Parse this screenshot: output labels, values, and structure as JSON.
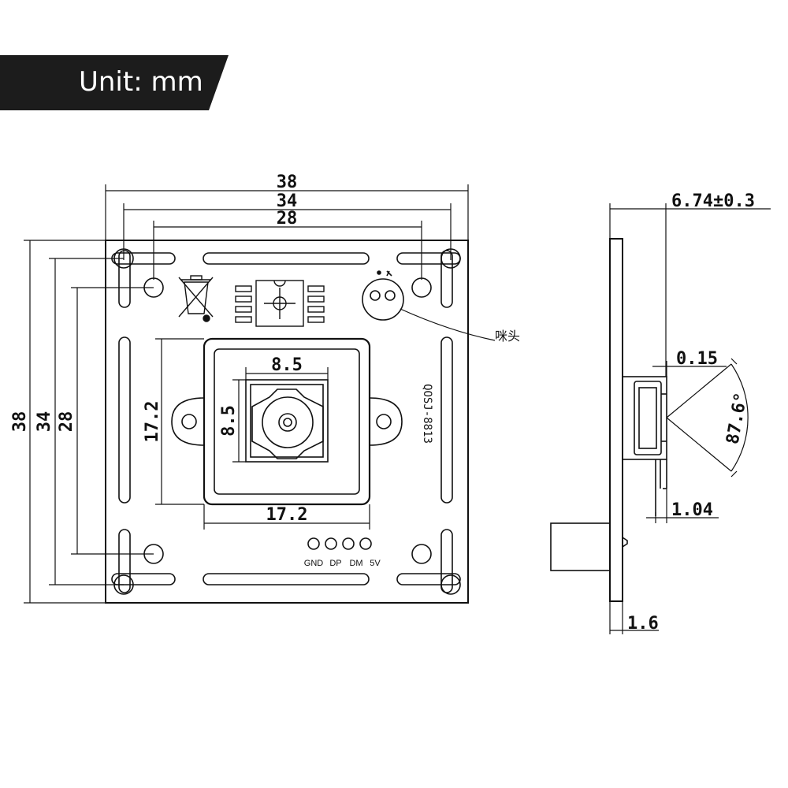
{
  "banner": {
    "text": "Unit: mm"
  },
  "front_view": {
    "width_overall": "38",
    "width_holes": "34",
    "width_inner": "28",
    "height_overall": "38",
    "height_holes": "34",
    "height_inner": "28",
    "sensor_size_w": "8.5",
    "sensor_size_h": "8.5",
    "lens_holder_w": "17.2",
    "lens_holder_h": "17.2",
    "board_marking": "QOSJ-8813",
    "microphone_label": "咪头",
    "pin_labels": [
      "GND",
      "DP",
      "DM",
      "5V"
    ]
  },
  "side_view": {
    "total_height": "6.74±0.3",
    "gap": "0.15",
    "fov": "87.6°",
    "sensor_thickness": "1.04",
    "pcb_thickness": "1.6"
  },
  "colors": {
    "line": "#111111",
    "banner_bg": "#1c1c1c",
    "banner_text": "#ffffff"
  },
  "icons": [
    "weee-bin-icon",
    "ic-chip-icon",
    "microphone-icon",
    "lens-icon"
  ]
}
